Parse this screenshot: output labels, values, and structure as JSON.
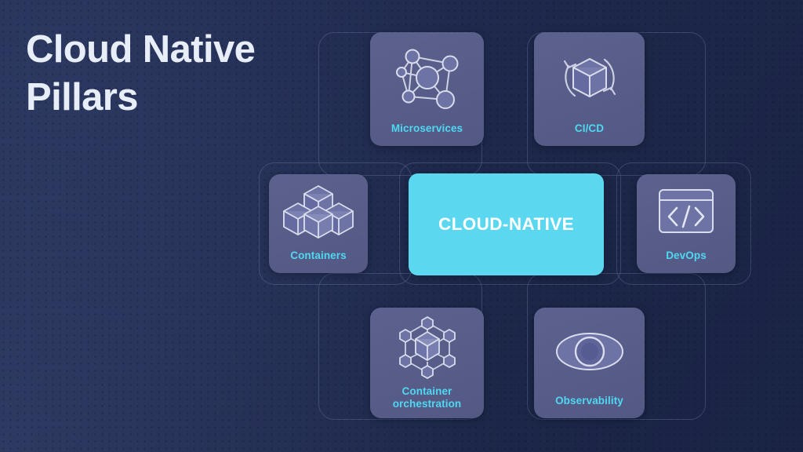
{
  "slide": {
    "title_line1": "Cloud Native",
    "title_line2": "Pillars"
  },
  "hub": {
    "label": "CLOUD-NATIVE",
    "fill_color": "#5bd8ef",
    "text_color": "#ffffff"
  },
  "colors": {
    "background_start": "#263157",
    "background_end": "#1a2344",
    "card_fill": "#5d618e",
    "label_cyan": "#4ed8f2",
    "title_text": "#e8eef8",
    "connector_line": "#7e8eba",
    "icon_stroke": "#d8dcec"
  },
  "pillars": [
    {
      "id": "microservices",
      "label": "Microservices",
      "icon": "network-graph-icon"
    },
    {
      "id": "cicd",
      "label": "CI/CD",
      "icon": "cube-refresh-cycle-icon"
    },
    {
      "id": "containers",
      "label": "Containers",
      "icon": "stacked-cubes-icon"
    },
    {
      "id": "devops",
      "label": "DevOps",
      "icon": "code-window-icon"
    },
    {
      "id": "container-orchestration",
      "label": "Container\norchestration",
      "label_line1": "Container",
      "label_line2": "orchestration",
      "icon": "hexagon-lattice-cube-icon"
    },
    {
      "id": "observability",
      "label": "Observability",
      "icon": "eye-icon"
    }
  ]
}
